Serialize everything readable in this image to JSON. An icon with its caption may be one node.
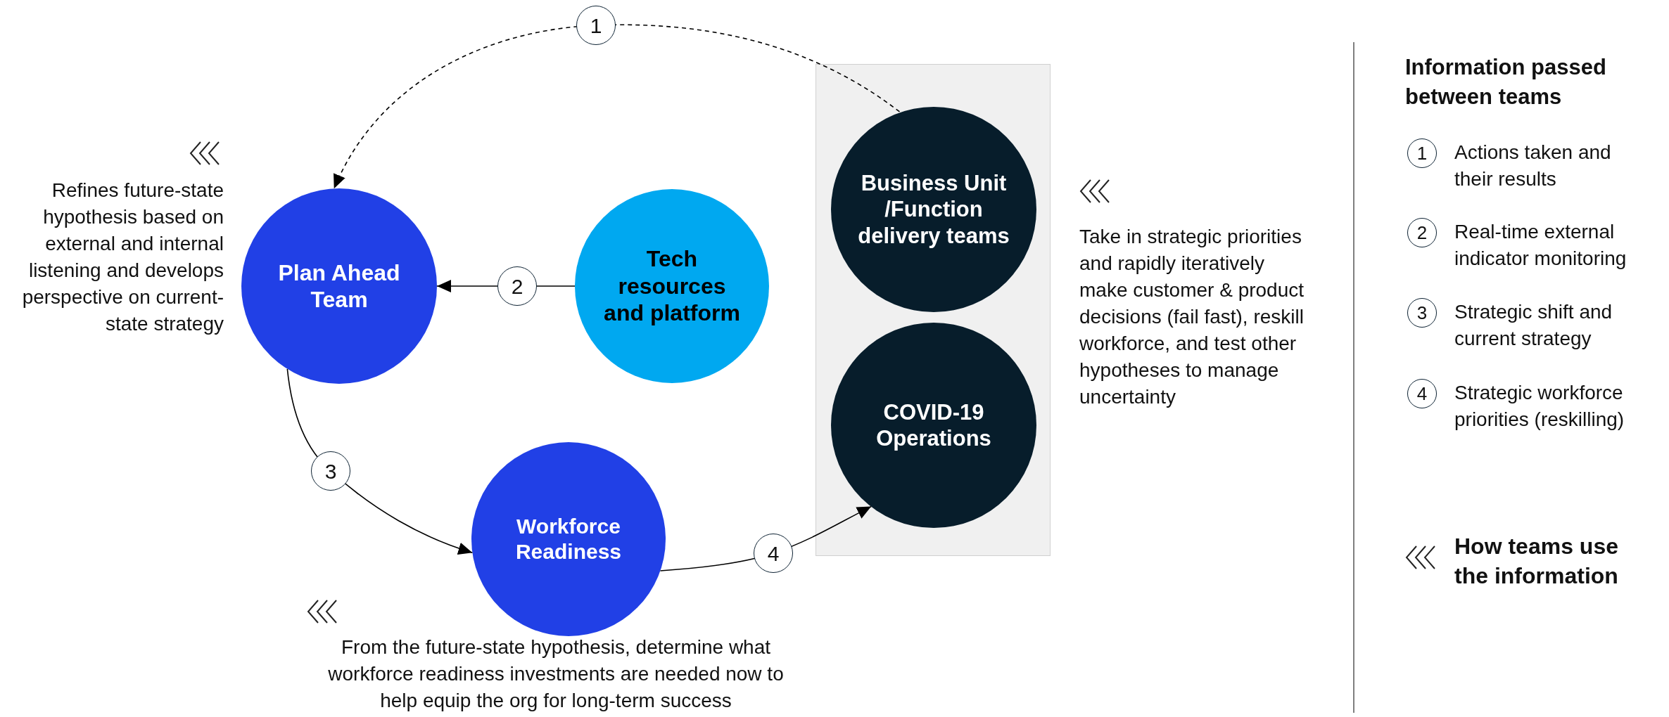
{
  "diagram": {
    "nodes": [
      {
        "text": [
          "Plan Ahead Team"
        ],
        "beside": [
          "Refines future-state hypothesis based on external and internal listening and develops perspective on current-state strategy"
        ]
      },
      {
        "text": [
          "Tech resources and platform"
        ]
      },
      {
        "text": [
          "Workforce Readiness"
        ],
        "beside": [
          "From the future-state hypothesis, determine what workforce readiness investments are needed now to help equip the org for long-term success"
        ]
      },
      {
        "text": [],
        "shape": "box",
        "beside": [
          "Take in strategic priorities and rapidly iteratively make customer & product decisions (fail fast), reskill workforce, and test other hypotheses to manage uncertainty"
        ]
      },
      {
        "text": [
          "Business Unit /Function delivery teams"
        ],
        "in": 3
      },
      {
        "text": [
          "COVID-19 Operations"
        ],
        "in": 3
      }
    ],
    "edges": [
      {
        "from": 4,
        "to": 0,
        "arrow": "to",
        "label": "1",
        "style": "dashed"
      },
      {
        "from": 1,
        "to": 0,
        "arrow": "to",
        "label": "2"
      },
      {
        "from": 0,
        "to": 2,
        "arrow": "to",
        "label": "3"
      },
      {
        "from": 2,
        "to": 5,
        "arrow": "to",
        "label": "4"
      }
    ],
    "labels": [
      "Information passed between teams",
      "1",
      "Actions taken and their results",
      "2",
      "Real-time external indicator monitoring",
      "3",
      "Strategic shift and current strategy",
      "4",
      "Strategic workforce priorities (reskilling)",
      "How teams use the information"
    ]
  }
}
